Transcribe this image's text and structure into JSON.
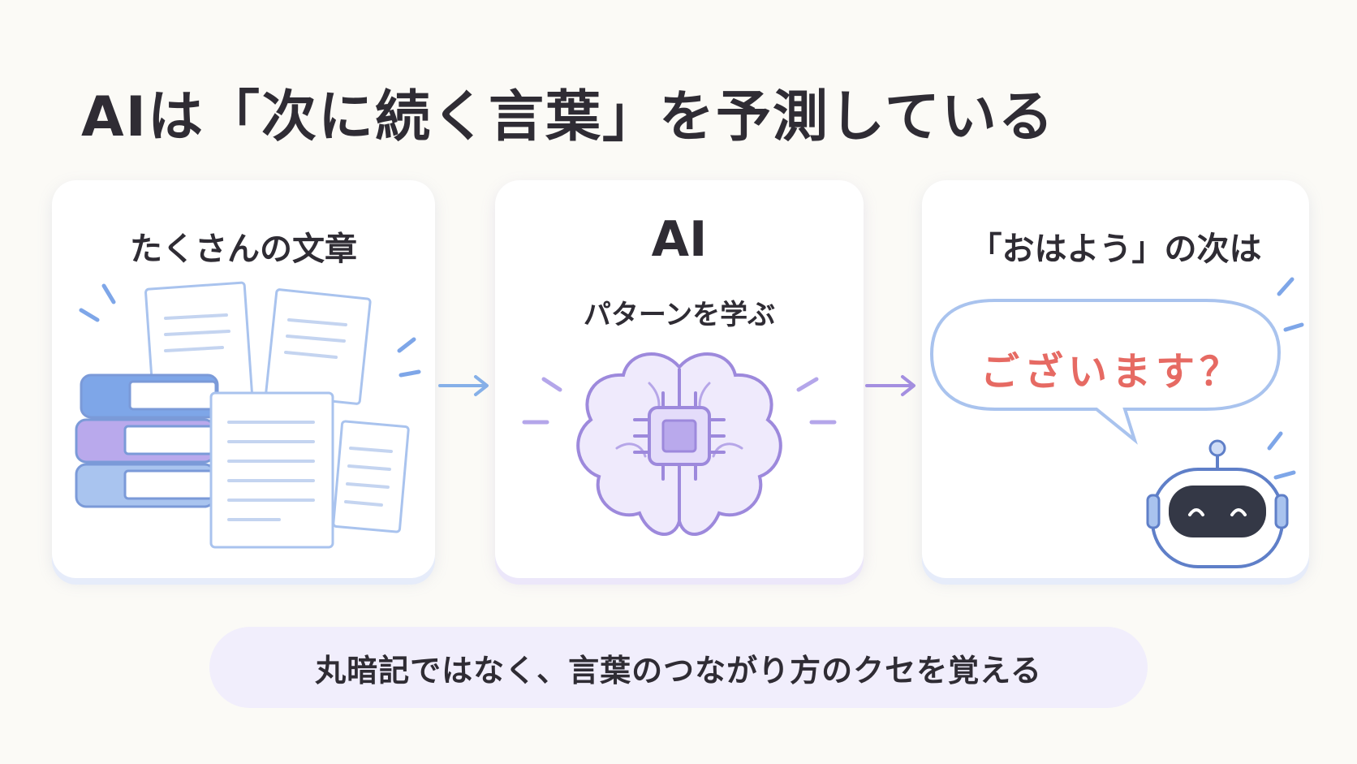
{
  "title": "AIは「次に続く言葉」を予測している",
  "steps": [
    {
      "heading": "たくさんの文章",
      "icon": "books-and-documents-icon"
    },
    {
      "heading": "AI",
      "subheading": "パターンを学ぶ",
      "icon": "brain-chip-icon"
    },
    {
      "heading": "「おはよう」の次は",
      "prediction": "ございます？",
      "icon": "robot-icon"
    }
  ],
  "footer": "丸暗記ではなく、言葉のつながり方のクセを覚える",
  "colors": {
    "background": "#fbfaf6",
    "blue_accent": "#7ea6e8",
    "purple_accent": "#a48fe0",
    "prediction_red": "#e66a63",
    "footer_bg": "#f1eefc"
  }
}
